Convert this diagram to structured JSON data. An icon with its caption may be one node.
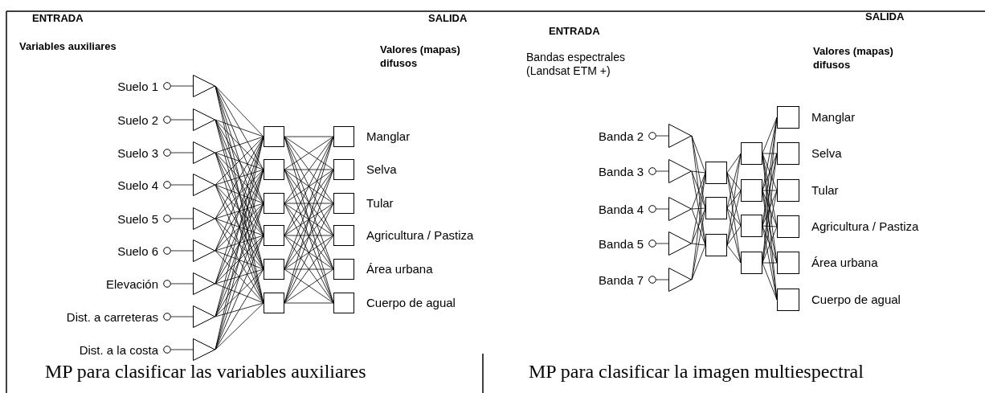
{
  "diagram": {
    "nodes": [
      {
        "text": [
          "Suelo 1"
        ]
      },
      {
        "text": [
          "Suelo 2"
        ]
      },
      {
        "text": [
          "Suelo 3"
        ]
      },
      {
        "text": [
          "Suelo 4"
        ]
      },
      {
        "text": [
          "Suelo 5"
        ]
      },
      {
        "text": [
          "Suelo 6"
        ]
      },
      {
        "text": [
          "Elevación"
        ]
      },
      {
        "text": [
          "Dist. a carreteras"
        ]
      },
      {
        "text": [
          "Dist. a la costa"
        ]
      },
      {
        "text": [],
        "shape": "triangle"
      },
      {
        "text": [],
        "shape": "triangle"
      },
      {
        "text": [],
        "shape": "triangle"
      },
      {
        "text": [],
        "shape": "triangle"
      },
      {
        "text": [],
        "shape": "triangle"
      },
      {
        "text": [],
        "shape": "triangle"
      },
      {
        "text": [],
        "shape": "triangle"
      },
      {
        "text": [],
        "shape": "triangle"
      },
      {
        "text": [],
        "shape": "triangle"
      },
      {
        "text": [],
        "shape": "box"
      },
      {
        "text": [],
        "shape": "box"
      },
      {
        "text": [],
        "shape": "box"
      },
      {
        "text": [],
        "shape": "box"
      },
      {
        "text": [],
        "shape": "box"
      },
      {
        "text": [],
        "shape": "box"
      },
      {
        "text": [],
        "shape": "box",
        "beside": [
          "Manglar"
        ]
      },
      {
        "text": [],
        "shape": "box",
        "beside": [
          "Selva"
        ]
      },
      {
        "text": [],
        "shape": "box",
        "beside": [
          "Tular"
        ]
      },
      {
        "text": [],
        "shape": "box",
        "beside": [
          "Agricultura / Pastiza"
        ]
      },
      {
        "text": [],
        "shape": "box",
        "beside": [
          "Área urbana"
        ]
      },
      {
        "text": [],
        "shape": "box",
        "beside": [
          "Cuerpo de agual"
        ]
      },
      {
        "text": [
          "Banda 2"
        ]
      },
      {
        "text": [
          "Banda 3"
        ]
      },
      {
        "text": [
          "Banda 4"
        ]
      },
      {
        "text": [
          "Banda 5"
        ]
      },
      {
        "text": [
          "Banda 7"
        ]
      },
      {
        "text": [],
        "shape": "triangle"
      },
      {
        "text": [],
        "shape": "triangle"
      },
      {
        "text": [],
        "shape": "triangle"
      },
      {
        "text": [],
        "shape": "triangle"
      },
      {
        "text": [],
        "shape": "triangle"
      },
      {
        "text": [],
        "shape": "box"
      },
      {
        "text": [],
        "shape": "box"
      },
      {
        "text": [],
        "shape": "box"
      },
      {
        "text": [],
        "shape": "box"
      },
      {
        "text": [],
        "shape": "box"
      },
      {
        "text": [],
        "shape": "box"
      },
      {
        "text": [],
        "shape": "box"
      },
      {
        "text": [],
        "shape": "box",
        "beside": [
          "Manglar"
        ]
      },
      {
        "text": [],
        "shape": "box",
        "beside": [
          "Selva"
        ]
      },
      {
        "text": [],
        "shape": "box",
        "beside": [
          "Tular"
        ]
      },
      {
        "text": [],
        "shape": "box",
        "beside": [
          "Agricultura / Pastiza"
        ]
      },
      {
        "text": [],
        "shape": "box",
        "beside": [
          "Área urbana"
        ]
      },
      {
        "text": [],
        "shape": "box",
        "beside": [
          "Cuerpo de agual"
        ]
      }
    ],
    "edges": [
      {
        "from": 0,
        "to": 9,
        "arrow": "none"
      },
      {
        "from": 1,
        "to": 10,
        "arrow": "none"
      },
      {
        "from": 2,
        "to": 11,
        "arrow": "none"
      },
      {
        "from": 3,
        "to": 12,
        "arrow": "none"
      },
      {
        "from": 4,
        "to": 13,
        "arrow": "none"
      },
      {
        "from": 5,
        "to": 14,
        "arrow": "none"
      },
      {
        "from": 6,
        "to": 15,
        "arrow": "none"
      },
      {
        "from": 7,
        "to": 16,
        "arrow": "none"
      },
      {
        "from": 8,
        "to": 17,
        "arrow": "none"
      },
      {
        "from": 9,
        "to": 18,
        "arrow": "none"
      },
      {
        "from": 9,
        "to": 19,
        "arrow": "none"
      },
      {
        "from": 9,
        "to": 20,
        "arrow": "none"
      },
      {
        "from": 9,
        "to": 21,
        "arrow": "none"
      },
      {
        "from": 9,
        "to": 22,
        "arrow": "none"
      },
      {
        "from": 9,
        "to": 23,
        "arrow": "none"
      },
      {
        "from": 10,
        "to": 18,
        "arrow": "none"
      },
      {
        "from": 10,
        "to": 19,
        "arrow": "none"
      },
      {
        "from": 10,
        "to": 20,
        "arrow": "none"
      },
      {
        "from": 10,
        "to": 21,
        "arrow": "none"
      },
      {
        "from": 10,
        "to": 22,
        "arrow": "none"
      },
      {
        "from": 10,
        "to": 23,
        "arrow": "none"
      },
      {
        "from": 11,
        "to": 18,
        "arrow": "none"
      },
      {
        "from": 11,
        "to": 19,
        "arrow": "none"
      },
      {
        "from": 11,
        "to": 20,
        "arrow": "none"
      },
      {
        "from": 11,
        "to": 21,
        "arrow": "none"
      },
      {
        "from": 11,
        "to": 22,
        "arrow": "none"
      },
      {
        "from": 11,
        "to": 23,
        "arrow": "none"
      },
      {
        "from": 12,
        "to": 18,
        "arrow": "none"
      },
      {
        "from": 12,
        "to": 19,
        "arrow": "none"
      },
      {
        "from": 12,
        "to": 20,
        "arrow": "none"
      },
      {
        "from": 12,
        "to": 21,
        "arrow": "none"
      },
      {
        "from": 12,
        "to": 22,
        "arrow": "none"
      },
      {
        "from": 12,
        "to": 23,
        "arrow": "none"
      },
      {
        "from": 13,
        "to": 18,
        "arrow": "none"
      },
      {
        "from": 13,
        "to": 19,
        "arrow": "none"
      },
      {
        "from": 13,
        "to": 20,
        "arrow": "none"
      },
      {
        "from": 13,
        "to": 21,
        "arrow": "none"
      },
      {
        "from": 13,
        "to": 22,
        "arrow": "none"
      },
      {
        "from": 13,
        "to": 23,
        "arrow": "none"
      },
      {
        "from": 14,
        "to": 18,
        "arrow": "none"
      },
      {
        "from": 14,
        "to": 19,
        "arrow": "none"
      },
      {
        "from": 14,
        "to": 20,
        "arrow": "none"
      },
      {
        "from": 14,
        "to": 21,
        "arrow": "none"
      },
      {
        "from": 14,
        "to": 22,
        "arrow": "none"
      },
      {
        "from": 14,
        "to": 23,
        "arrow": "none"
      },
      {
        "from": 15,
        "to": 18,
        "arrow": "none"
      },
      {
        "from": 15,
        "to": 19,
        "arrow": "none"
      },
      {
        "from": 15,
        "to": 20,
        "arrow": "none"
      },
      {
        "from": 15,
        "to": 21,
        "arrow": "none"
      },
      {
        "from": 15,
        "to": 22,
        "arrow": "none"
      },
      {
        "from": 15,
        "to": 23,
        "arrow": "none"
      },
      {
        "from": 16,
        "to": 18,
        "arrow": "none"
      },
      {
        "from": 16,
        "to": 19,
        "arrow": "none"
      },
      {
        "from": 16,
        "to": 20,
        "arrow": "none"
      },
      {
        "from": 16,
        "to": 21,
        "arrow": "none"
      },
      {
        "from": 16,
        "to": 22,
        "arrow": "none"
      },
      {
        "from": 16,
        "to": 23,
        "arrow": "none"
      },
      {
        "from": 17,
        "to": 18,
        "arrow": "none"
      },
      {
        "from": 17,
        "to": 19,
        "arrow": "none"
      },
      {
        "from": 17,
        "to": 20,
        "arrow": "none"
      },
      {
        "from": 17,
        "to": 21,
        "arrow": "none"
      },
      {
        "from": 17,
        "to": 22,
        "arrow": "none"
      },
      {
        "from": 17,
        "to": 23,
        "arrow": "none"
      },
      {
        "from": 18,
        "to": 24,
        "arrow": "none"
      },
      {
        "from": 18,
        "to": 25,
        "arrow": "none"
      },
      {
        "from": 18,
        "to": 26,
        "arrow": "none"
      },
      {
        "from": 18,
        "to": 27,
        "arrow": "none"
      },
      {
        "from": 18,
        "to": 28,
        "arrow": "none"
      },
      {
        "from": 18,
        "to": 29,
        "arrow": "none"
      },
      {
        "from": 19,
        "to": 24,
        "arrow": "none"
      },
      {
        "from": 19,
        "to": 25,
        "arrow": "none"
      },
      {
        "from": 19,
        "to": 26,
        "arrow": "none"
      },
      {
        "from": 19,
        "to": 27,
        "arrow": "none"
      },
      {
        "from": 19,
        "to": 28,
        "arrow": "none"
      },
      {
        "from": 19,
        "to": 29,
        "arrow": "none"
      },
      {
        "from": 20,
        "to": 24,
        "arrow": "none"
      },
      {
        "from": 20,
        "to": 25,
        "arrow": "none"
      },
      {
        "from": 20,
        "to": 26,
        "arrow": "none"
      },
      {
        "from": 20,
        "to": 27,
        "arrow": "none"
      },
      {
        "from": 20,
        "to": 28,
        "arrow": "none"
      },
      {
        "from": 20,
        "to": 29,
        "arrow": "none"
      },
      {
        "from": 21,
        "to": 24,
        "arrow": "none"
      },
      {
        "from": 21,
        "to": 25,
        "arrow": "none"
      },
      {
        "from": 21,
        "to": 26,
        "arrow": "none"
      },
      {
        "from": 21,
        "to": 27,
        "arrow": "none"
      },
      {
        "from": 21,
        "to": 28,
        "arrow": "none"
      },
      {
        "from": 21,
        "to": 29,
        "arrow": "none"
      },
      {
        "from": 22,
        "to": 24,
        "arrow": "none"
      },
      {
        "from": 22,
        "to": 25,
        "arrow": "none"
      },
      {
        "from": 22,
        "to": 26,
        "arrow": "none"
      },
      {
        "from": 22,
        "to": 27,
        "arrow": "none"
      },
      {
        "from": 22,
        "to": 28,
        "arrow": "none"
      },
      {
        "from": 22,
        "to": 29,
        "arrow": "none"
      },
      {
        "from": 23,
        "to": 24,
        "arrow": "none"
      },
      {
        "from": 23,
        "to": 25,
        "arrow": "none"
      },
      {
        "from": 23,
        "to": 26,
        "arrow": "none"
      },
      {
        "from": 23,
        "to": 27,
        "arrow": "none"
      },
      {
        "from": 23,
        "to": 28,
        "arrow": "none"
      },
      {
        "from": 23,
        "to": 29,
        "arrow": "none"
      },
      {
        "from": 30,
        "to": 35,
        "arrow": "none"
      },
      {
        "from": 31,
        "to": 36,
        "arrow": "none"
      },
      {
        "from": 32,
        "to": 37,
        "arrow": "none"
      },
      {
        "from": 33,
        "to": 38,
        "arrow": "none"
      },
      {
        "from": 34,
        "to": 39,
        "arrow": "none"
      },
      {
        "from": 35,
        "to": 40,
        "arrow": "none"
      },
      {
        "from": 35,
        "to": 41,
        "arrow": "none"
      },
      {
        "from": 35,
        "to": 42,
        "arrow": "none"
      },
      {
        "from": 36,
        "to": 40,
        "arrow": "none"
      },
      {
        "from": 36,
        "to": 41,
        "arrow": "none"
      },
      {
        "from": 36,
        "to": 42,
        "arrow": "none"
      },
      {
        "from": 37,
        "to": 40,
        "arrow": "none"
      },
      {
        "from": 37,
        "to": 41,
        "arrow": "none"
      },
      {
        "from": 37,
        "to": 42,
        "arrow": "none"
      },
      {
        "from": 38,
        "to": 40,
        "arrow": "none"
      },
      {
        "from": 38,
        "to": 41,
        "arrow": "none"
      },
      {
        "from": 38,
        "to": 42,
        "arrow": "none"
      },
      {
        "from": 39,
        "to": 40,
        "arrow": "none"
      },
      {
        "from": 39,
        "to": 41,
        "arrow": "none"
      },
      {
        "from": 39,
        "to": 42,
        "arrow": "none"
      },
      {
        "from": 40,
        "to": 43,
        "arrow": "none"
      },
      {
        "from": 40,
        "to": 44,
        "arrow": "none"
      },
      {
        "from": 40,
        "to": 45,
        "arrow": "none"
      },
      {
        "from": 40,
        "to": 46,
        "arrow": "none"
      },
      {
        "from": 41,
        "to": 43,
        "arrow": "none"
      },
      {
        "from": 41,
        "to": 44,
        "arrow": "none"
      },
      {
        "from": 41,
        "to": 45,
        "arrow": "none"
      },
      {
        "from": 41,
        "to": 46,
        "arrow": "none"
      },
      {
        "from": 42,
        "to": 43,
        "arrow": "none"
      },
      {
        "from": 42,
        "to": 44,
        "arrow": "none"
      },
      {
        "from": 42,
        "to": 45,
        "arrow": "none"
      },
      {
        "from": 42,
        "to": 46,
        "arrow": "none"
      },
      {
        "from": 43,
        "to": 47,
        "arrow": "none"
      },
      {
        "from": 43,
        "to": 48,
        "arrow": "none"
      },
      {
        "from": 43,
        "to": 49,
        "arrow": "none"
      },
      {
        "from": 43,
        "to": 50,
        "arrow": "none"
      },
      {
        "from": 43,
        "to": 51,
        "arrow": "none"
      },
      {
        "from": 43,
        "to": 52,
        "arrow": "none"
      },
      {
        "from": 44,
        "to": 47,
        "arrow": "none"
      },
      {
        "from": 44,
        "to": 48,
        "arrow": "none"
      },
      {
        "from": 44,
        "to": 49,
        "arrow": "none"
      },
      {
        "from": 44,
        "to": 50,
        "arrow": "none"
      },
      {
        "from": 44,
        "to": 51,
        "arrow": "none"
      },
      {
        "from": 44,
        "to": 52,
        "arrow": "none"
      },
      {
        "from": 45,
        "to": 47,
        "arrow": "none"
      },
      {
        "from": 45,
        "to": 48,
        "arrow": "none"
      },
      {
        "from": 45,
        "to": 49,
        "arrow": "none"
      },
      {
        "from": 45,
        "to": 50,
        "arrow": "none"
      },
      {
        "from": 45,
        "to": 51,
        "arrow": "none"
      },
      {
        "from": 45,
        "to": 52,
        "arrow": "none"
      },
      {
        "from": 46,
        "to": 47,
        "arrow": "none"
      },
      {
        "from": 46,
        "to": 48,
        "arrow": "none"
      },
      {
        "from": 46,
        "to": 49,
        "arrow": "none"
      },
      {
        "from": 46,
        "to": 50,
        "arrow": "none"
      },
      {
        "from": 46,
        "to": 51,
        "arrow": "none"
      },
      {
        "from": 46,
        "to": 52,
        "arrow": "none"
      }
    ],
    "labels": [
      "ENTRADA",
      "SALIDA",
      "Variables auxiliares",
      "Valores (mapas) difusos",
      "SALIDA",
      "ENTRADA",
      "Bandas espectrales (Landsat ETM +)",
      "Valores (mapas) difusos",
      "MP para clasificar las variables auxiliares",
      "MP para clasificar la imagen multiespectral"
    ]
  }
}
